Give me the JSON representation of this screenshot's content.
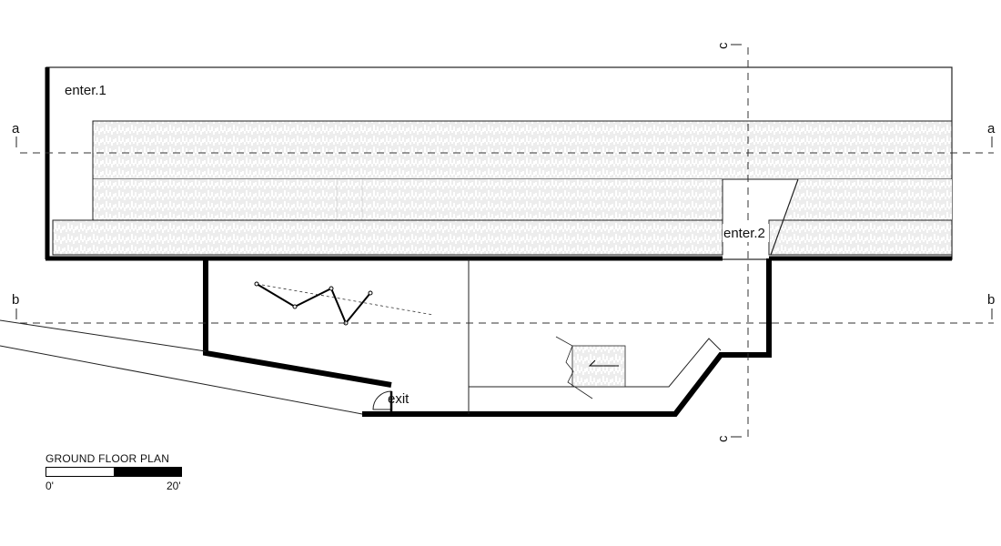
{
  "plan": {
    "title": "GROUND FLOOR PLAN",
    "rooms": {
      "enter_1": "enter.1",
      "enter_2": "enter.2",
      "exit": "exit"
    },
    "section_markers": {
      "a": "a",
      "b": "b",
      "c": "c"
    },
    "scale": {
      "min_label": "0'",
      "max_label": "20'"
    }
  },
  "colors": {
    "wall": "#000000",
    "line": "#222222",
    "hatch": "#bdbdbd"
  }
}
